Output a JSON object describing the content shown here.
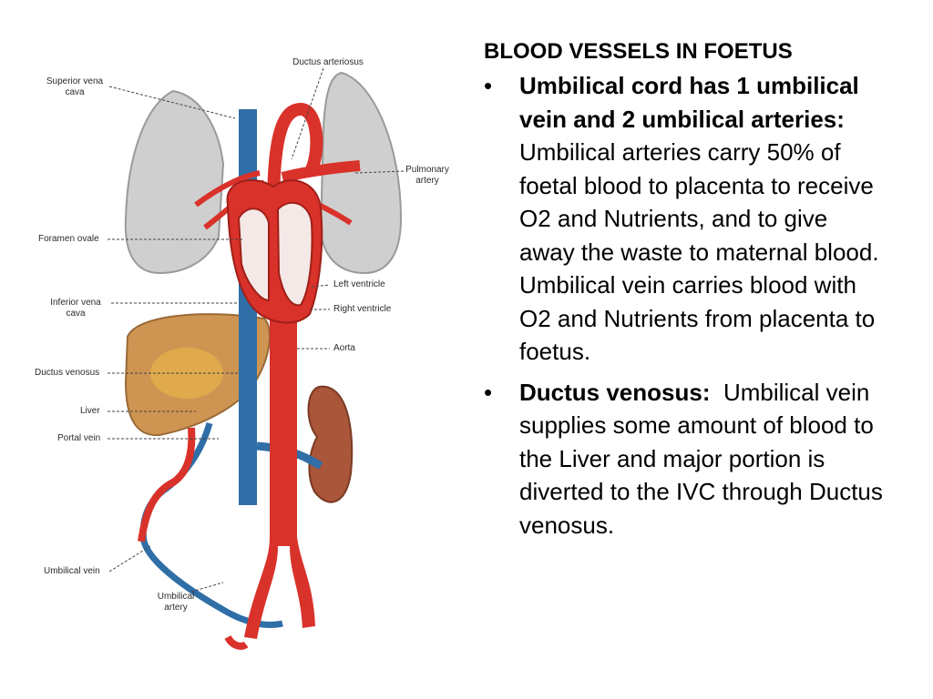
{
  "diagram": {
    "labels": {
      "superior_vena_cava": "Superior vena\ncava",
      "ductus_arteriosus": "Ductus arteriosus",
      "pulmonary_artery": "Pulmonary\nartery",
      "foramen_ovale": "Foramen ovale",
      "left_ventricle": "Left ventricle",
      "right_ventricle": "Right ventricle",
      "inferior_vena_cava": "Inferior vena\ncava",
      "aorta": "Aorta",
      "ductus_venosus": "Ductus venosus",
      "liver": "Liver",
      "portal_vein": "Portal vein",
      "umbilical_vein": "Umbilical vein",
      "umbilical_artery": "Umbilical\nartery"
    },
    "colors": {
      "artery": "#d9322a",
      "vein": "#2f6ea6",
      "lung": "#c8c8c8",
      "liver": "#c98a40",
      "kidney": "#a9563a"
    }
  },
  "text": {
    "heading": "BLOOD VESSELS IN FOETUS",
    "bullet_marker": "•",
    "bullet1_bold": "Umbilical cord has 1 umbilical vein and 2 umbilical arteries:",
    "bullet1_text": " Umbilical arteries carry 50% of foetal blood to placenta to receive O2 and Nutrients, and to give away the waste to maternal blood. Umbilical vein carries blood with O2 and Nutrients from placenta to foetus.",
    "bullet2_bold": "Ductus venosus:",
    "bullet2_text": "  Umbilical vein supplies some amount of blood to the Liver and major portion is diverted to the IVC through Ductus venosus."
  }
}
